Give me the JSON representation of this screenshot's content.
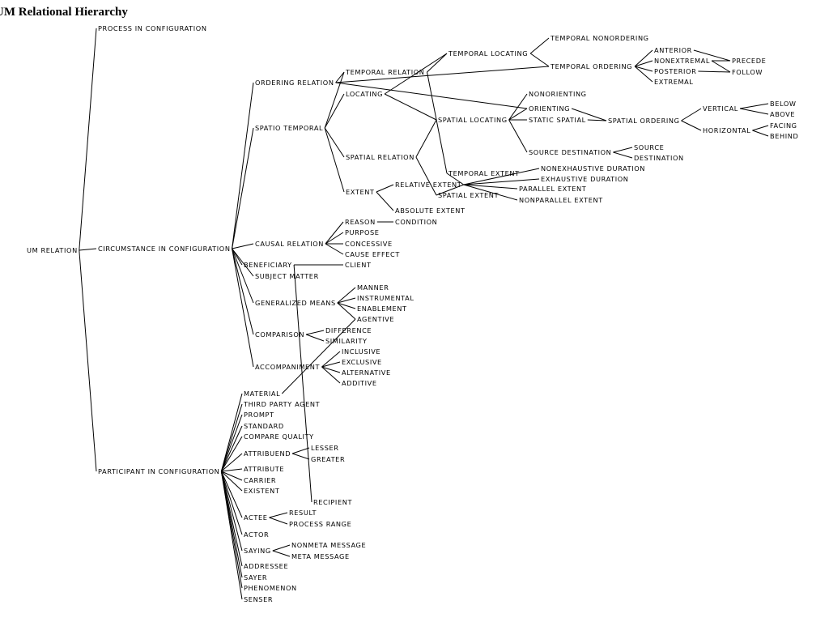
{
  "title": "UM Relational Hierarchy",
  "root": "UM RELATION",
  "nodes": {
    "process_in_configuration": "PROCESS IN CONFIGURATION",
    "circumstance_in_configuration": "CIRCUMSTANCE IN CONFIGURATION",
    "participant_in_configuration": "PARTICIPANT IN CONFIGURATION",
    "ordering_relation": "ORDERING RELATION",
    "spatio_temporal": "SPATIO TEMPORAL",
    "causal_relation": "CAUSAL RELATION",
    "beneficiary": "BENEFICIARY",
    "subject_matter": "SUBJECT MATTER",
    "generalized_means": "GENERALIZED MEANS",
    "comparison": "COMPARISON",
    "accompaniment": "ACCOMPANIMENT",
    "temporal_relation": "TEMPORAL RELATION",
    "locating": "LOCATING",
    "spatial_relation": "SPATIAL RELATION",
    "extent": "EXTENT",
    "temporal_locating": "TEMPORAL LOCATING",
    "spatial_locating": "SPATIAL LOCATING",
    "temporal_nonordering": "TEMPORAL NONORDERING",
    "temporal_ordering": "TEMPORAL ORDERING",
    "anterior": "ANTERIOR",
    "nonextremal": "NONEXTREMAL",
    "posterior": "POSTERIOR",
    "extremal": "EXTREMAL",
    "precede": "PRECEDE",
    "follow": "FOLLOW",
    "nonorienting": "NONORIENTING",
    "orienting": "ORIENTING",
    "static_spatial": "STATIC SPATIAL",
    "spatial_ordering": "SPATIAL ORDERING",
    "vertical": "VERTICAL",
    "horizontal": "HORIZONTAL",
    "below": "BELOW",
    "above": "ABOVE",
    "facing": "FACING",
    "behind": "BEHIND",
    "source_destination": "SOURCE DESTINATION",
    "source": "SOURCE",
    "destination": "DESTINATION",
    "relative_extent": "RELATIVE EXTENT",
    "temporal_extent": "TEMPORAL EXTENT",
    "spatial_extent": "SPATIAL EXTENT",
    "absolute_extent": "ABSOLUTE EXTENT",
    "nonexhaustive_duration": "NONEXHAUSTIVE DURATION",
    "exhaustive_duration": "EXHAUSTIVE DURATION",
    "parallel_extent": "PARALLEL EXTENT",
    "nonparallel_extent": "NONPARALLEL EXTENT",
    "reason": "REASON",
    "condition": "CONDITION",
    "purpose": "PURPOSE",
    "concessive": "CONCESSIVE",
    "cause_effect": "CAUSE EFFECT",
    "client": "CLIENT",
    "manner": "MANNER",
    "instrumental": "INSTRUMENTAL",
    "enablement": "ENABLEMENT",
    "agentive": "AGENTIVE",
    "difference": "DIFFERENCE",
    "similarity": "SIMILARITY",
    "inclusive": "INCLUSIVE",
    "exclusive": "EXCLUSIVE",
    "alternative": "ALTERNATIVE",
    "additive": "ADDITIVE",
    "material": "MATERIAL",
    "third_party_agent": "THIRD PARTY AGENT",
    "prompt": "PROMPT",
    "standard": "STANDARD",
    "compare_quality": "COMPARE QUALITY",
    "attribuend": "ATTRIBUEND",
    "lesser": "LESSER",
    "greater": "GREATER",
    "attribute": "ATTRIBUTE",
    "carrier": "CARRIER",
    "existent": "EXISTENT",
    "recipient": "RECIPIENT",
    "actee": "ACTEE",
    "result": "RESULT",
    "process_range": "PROCESS RANGE",
    "actor": "ACTOR",
    "saying": "SAYING",
    "nonmeta_message": "NONMETA MESSAGE",
    "meta_message": "META MESSAGE",
    "addressee": "ADDRESSEE",
    "sayer": "SAYER",
    "phenomenon": "PHENOMENON",
    "senser": "SENSER"
  },
  "edges": [
    [
      "um_relation",
      "process_in_configuration"
    ],
    [
      "um_relation",
      "circumstance_in_configuration"
    ],
    [
      "um_relation",
      "participant_in_configuration"
    ],
    [
      "circumstance_in_configuration",
      "ordering_relation"
    ],
    [
      "circumstance_in_configuration",
      "spatio_temporal"
    ],
    [
      "circumstance_in_configuration",
      "causal_relation"
    ],
    [
      "circumstance_in_configuration",
      "beneficiary"
    ],
    [
      "circumstance_in_configuration",
      "subject_matter"
    ],
    [
      "circumstance_in_configuration",
      "generalized_means"
    ],
    [
      "circumstance_in_configuration",
      "comparison"
    ],
    [
      "circumstance_in_configuration",
      "accompaniment"
    ],
    [
      "ordering_relation",
      "temporal_relation"
    ],
    [
      "ordering_relation",
      "temporal_ordering"
    ],
    [
      "ordering_relation",
      "orienting"
    ],
    [
      "spatio_temporal",
      "temporal_relation"
    ],
    [
      "spatio_temporal",
      "locating"
    ],
    [
      "spatio_temporal",
      "spatial_relation"
    ],
    [
      "spatio_temporal",
      "extent"
    ],
    [
      "temporal_relation",
      "temporal_locating"
    ],
    [
      "temporal_relation",
      "temporal_extent"
    ],
    [
      "locating",
      "temporal_locating"
    ],
    [
      "locating",
      "spatial_locating"
    ],
    [
      "spatial_relation",
      "spatial_locating"
    ],
    [
      "spatial_relation",
      "spatial_extent"
    ],
    [
      "extent",
      "relative_extent"
    ],
    [
      "extent",
      "absolute_extent"
    ],
    [
      "relative_extent",
      "temporal_extent"
    ],
    [
      "relative_extent",
      "spatial_extent"
    ],
    [
      "relative_extent",
      "nonexhaustive_duration"
    ],
    [
      "relative_extent",
      "exhaustive_duration"
    ],
    [
      "relative_extent",
      "parallel_extent"
    ],
    [
      "relative_extent",
      "nonparallel_extent"
    ],
    [
      "temporal_locating",
      "temporal_nonordering"
    ],
    [
      "temporal_locating",
      "temporal_ordering"
    ],
    [
      "temporal_ordering",
      "anterior"
    ],
    [
      "temporal_ordering",
      "nonextremal"
    ],
    [
      "temporal_ordering",
      "posterior"
    ],
    [
      "temporal_ordering",
      "extremal"
    ],
    [
      "anterior",
      "precede"
    ],
    [
      "nonextremal",
      "precede"
    ],
    [
      "nonextremal",
      "follow"
    ],
    [
      "posterior",
      "follow"
    ],
    [
      "spatial_locating",
      "nonorienting"
    ],
    [
      "spatial_locating",
      "orienting"
    ],
    [
      "spatial_locating",
      "static_spatial"
    ],
    [
      "spatial_locating",
      "source_destination"
    ],
    [
      "static_spatial",
      "spatial_ordering"
    ],
    [
      "orienting",
      "spatial_ordering"
    ],
    [
      "spatial_ordering",
      "vertical"
    ],
    [
      "spatial_ordering",
      "horizontal"
    ],
    [
      "vertical",
      "below"
    ],
    [
      "vertical",
      "above"
    ],
    [
      "horizontal",
      "facing"
    ],
    [
      "horizontal",
      "behind"
    ],
    [
      "source_destination",
      "source"
    ],
    [
      "source_destination",
      "destination"
    ],
    [
      "causal_relation",
      "reason"
    ],
    [
      "causal_relation",
      "purpose"
    ],
    [
      "causal_relation",
      "concessive"
    ],
    [
      "causal_relation",
      "cause_effect"
    ],
    [
      "reason",
      "condition"
    ],
    [
      "beneficiary",
      "client"
    ],
    [
      "beneficiary",
      "recipient"
    ],
    [
      "generalized_means",
      "manner"
    ],
    [
      "generalized_means",
      "instrumental"
    ],
    [
      "generalized_means",
      "enablement"
    ],
    [
      "generalized_means",
      "agentive"
    ],
    [
      "comparison",
      "difference"
    ],
    [
      "comparison",
      "similarity"
    ],
    [
      "accompaniment",
      "inclusive"
    ],
    [
      "accompaniment",
      "exclusive"
    ],
    [
      "accompaniment",
      "alternative"
    ],
    [
      "accompaniment",
      "additive"
    ],
    [
      "participant_in_configuration",
      "material"
    ],
    [
      "participant_in_configuration",
      "third_party_agent"
    ],
    [
      "participant_in_configuration",
      "prompt"
    ],
    [
      "participant_in_configuration",
      "standard"
    ],
    [
      "participant_in_configuration",
      "compare_quality"
    ],
    [
      "participant_in_configuration",
      "attribuend"
    ],
    [
      "participant_in_configuration",
      "attribute"
    ],
    [
      "participant_in_configuration",
      "carrier"
    ],
    [
      "participant_in_configuration",
      "existent"
    ],
    [
      "participant_in_configuration",
      "actee"
    ],
    [
      "participant_in_configuration",
      "actor"
    ],
    [
      "participant_in_configuration",
      "saying"
    ],
    [
      "participant_in_configuration",
      "addressee"
    ],
    [
      "participant_in_configuration",
      "sayer"
    ],
    [
      "participant_in_configuration",
      "phenomenon"
    ],
    [
      "participant_in_configuration",
      "senser"
    ],
    [
      "material",
      "agentive"
    ],
    [
      "attribuend",
      "lesser"
    ],
    [
      "attribuend",
      "greater"
    ],
    [
      "actee",
      "result"
    ],
    [
      "actee",
      "process_range"
    ],
    [
      "saying",
      "nonmeta_message"
    ],
    [
      "saying",
      "meta_message"
    ]
  ]
}
